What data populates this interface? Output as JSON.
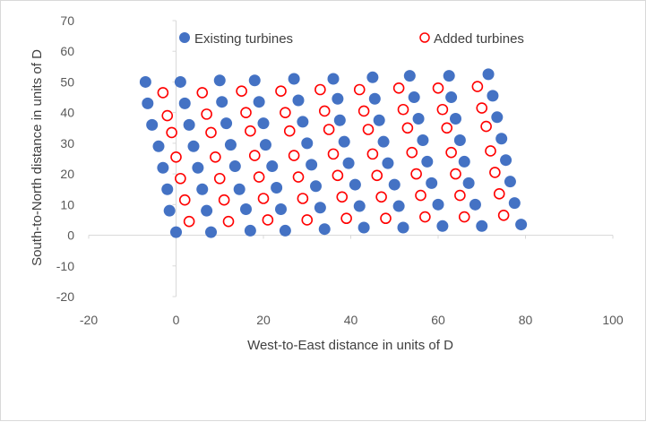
{
  "chart_data": {
    "type": "scatter",
    "xlabel": "West-to-East distance in units of D",
    "ylabel": "South-to-North distance in units of D",
    "xlim": [
      -20,
      100
    ],
    "ylim": [
      -20,
      70
    ],
    "xticks": [
      -20,
      0,
      20,
      40,
      60,
      80,
      100
    ],
    "yticks": [
      -20,
      -10,
      0,
      10,
      20,
      30,
      40,
      50,
      60,
      70
    ],
    "grid": false,
    "legend_position": "top",
    "colors": {
      "existing": "#4472c4",
      "added": "#ff0000",
      "axis": "#d9d9d9"
    },
    "series": [
      {
        "name": "Existing turbines",
        "marker": "filled-circle",
        "points": [
          [
            0,
            1
          ],
          [
            8,
            1
          ],
          [
            17,
            1.5
          ],
          [
            25,
            1.5
          ],
          [
            34,
            2
          ],
          [
            43,
            2.5
          ],
          [
            52,
            2.5
          ],
          [
            61,
            3
          ],
          [
            70,
            3
          ],
          [
            79,
            3.5
          ],
          [
            -1.5,
            8
          ],
          [
            7,
            8
          ],
          [
            16,
            8.5
          ],
          [
            24,
            8.5
          ],
          [
            33,
            9
          ],
          [
            42,
            9.5
          ],
          [
            51,
            9.5
          ],
          [
            60,
            10
          ],
          [
            68.5,
            10
          ],
          [
            77.5,
            10.5
          ],
          [
            -2,
            15
          ],
          [
            6,
            15
          ],
          [
            14.5,
            15
          ],
          [
            23,
            15.5
          ],
          [
            32,
            16
          ],
          [
            41,
            16.5
          ],
          [
            50,
            16.5
          ],
          [
            58.5,
            17
          ],
          [
            67,
            17
          ],
          [
            76.5,
            17.5
          ],
          [
            -3,
            22
          ],
          [
            5,
            22
          ],
          [
            13.5,
            22.5
          ],
          [
            22,
            22.5
          ],
          [
            31,
            23
          ],
          [
            39.5,
            23.5
          ],
          [
            48.5,
            23.5
          ],
          [
            57.5,
            24
          ],
          [
            66,
            24
          ],
          [
            75.5,
            24.5
          ],
          [
            -4,
            29
          ],
          [
            4,
            29
          ],
          [
            12.5,
            29.5
          ],
          [
            20.5,
            29.5
          ],
          [
            30,
            30
          ],
          [
            38.5,
            30.5
          ],
          [
            47.5,
            30.5
          ],
          [
            56.5,
            31
          ],
          [
            65,
            31
          ],
          [
            74.5,
            31.5
          ],
          [
            -5.5,
            36
          ],
          [
            3,
            36
          ],
          [
            11.5,
            36.5
          ],
          [
            20,
            36.5
          ],
          [
            29,
            37
          ],
          [
            37.5,
            37.5
          ],
          [
            46.5,
            37.5
          ],
          [
            55.5,
            38
          ],
          [
            64,
            38
          ],
          [
            73.5,
            38.5
          ],
          [
            -6.5,
            43
          ],
          [
            2,
            43
          ],
          [
            10.5,
            43.5
          ],
          [
            19,
            43.5
          ],
          [
            28,
            44
          ],
          [
            37,
            44.5
          ],
          [
            45.5,
            44.5
          ],
          [
            54.5,
            45
          ],
          [
            63,
            45
          ],
          [
            72.5,
            45.5
          ],
          [
            -7,
            50
          ],
          [
            1,
            50
          ],
          [
            10,
            50.5
          ],
          [
            18,
            50.5
          ],
          [
            27,
            51
          ],
          [
            36,
            51
          ],
          [
            45,
            51.5
          ],
          [
            53.5,
            52
          ],
          [
            62.5,
            52
          ],
          [
            71.5,
            52.5
          ]
        ]
      },
      {
        "name": "Added turbines",
        "marker": "hollow-circle",
        "points": [
          [
            3,
            4.5
          ],
          [
            12,
            4.5
          ],
          [
            21,
            5
          ],
          [
            30,
            5
          ],
          [
            39,
            5.5
          ],
          [
            48,
            5.5
          ],
          [
            57,
            6
          ],
          [
            66,
            6
          ],
          [
            75,
            6.5
          ],
          [
            2,
            11.5
          ],
          [
            11,
            11.5
          ],
          [
            20,
            12
          ],
          [
            29,
            12
          ],
          [
            38,
            12.5
          ],
          [
            47,
            12.5
          ],
          [
            56,
            13
          ],
          [
            65,
            13
          ],
          [
            74,
            13.5
          ],
          [
            1,
            18.5
          ],
          [
            10,
            18.5
          ],
          [
            19,
            19
          ],
          [
            28,
            19
          ],
          [
            37,
            19.5
          ],
          [
            46,
            19.5
          ],
          [
            55,
            20
          ],
          [
            64,
            20
          ],
          [
            73,
            20.5
          ],
          [
            0,
            25.5
          ],
          [
            9,
            25.5
          ],
          [
            18,
            26
          ],
          [
            27,
            26
          ],
          [
            36,
            26.5
          ],
          [
            45,
            26.5
          ],
          [
            54,
            27
          ],
          [
            63,
            27
          ],
          [
            72,
            27.5
          ],
          [
            -1,
            33.5
          ],
          [
            8,
            33.5
          ],
          [
            17,
            34
          ],
          [
            26,
            34
          ],
          [
            35,
            34.5
          ],
          [
            44,
            34.5
          ],
          [
            53,
            35
          ],
          [
            62,
            35
          ],
          [
            71,
            35.5
          ],
          [
            -2,
            39
          ],
          [
            7,
            39.5
          ],
          [
            16,
            40
          ],
          [
            25,
            40
          ],
          [
            34,
            40.5
          ],
          [
            43,
            40.5
          ],
          [
            52,
            41
          ],
          [
            61,
            41
          ],
          [
            70,
            41.5
          ],
          [
            -3,
            46.5
          ],
          [
            6,
            46.5
          ],
          [
            15,
            47
          ],
          [
            24,
            47
          ],
          [
            33,
            47.5
          ],
          [
            42,
            47.5
          ],
          [
            51,
            48
          ],
          [
            60,
            48
          ],
          [
            69,
            48.5
          ]
        ]
      }
    ]
  }
}
